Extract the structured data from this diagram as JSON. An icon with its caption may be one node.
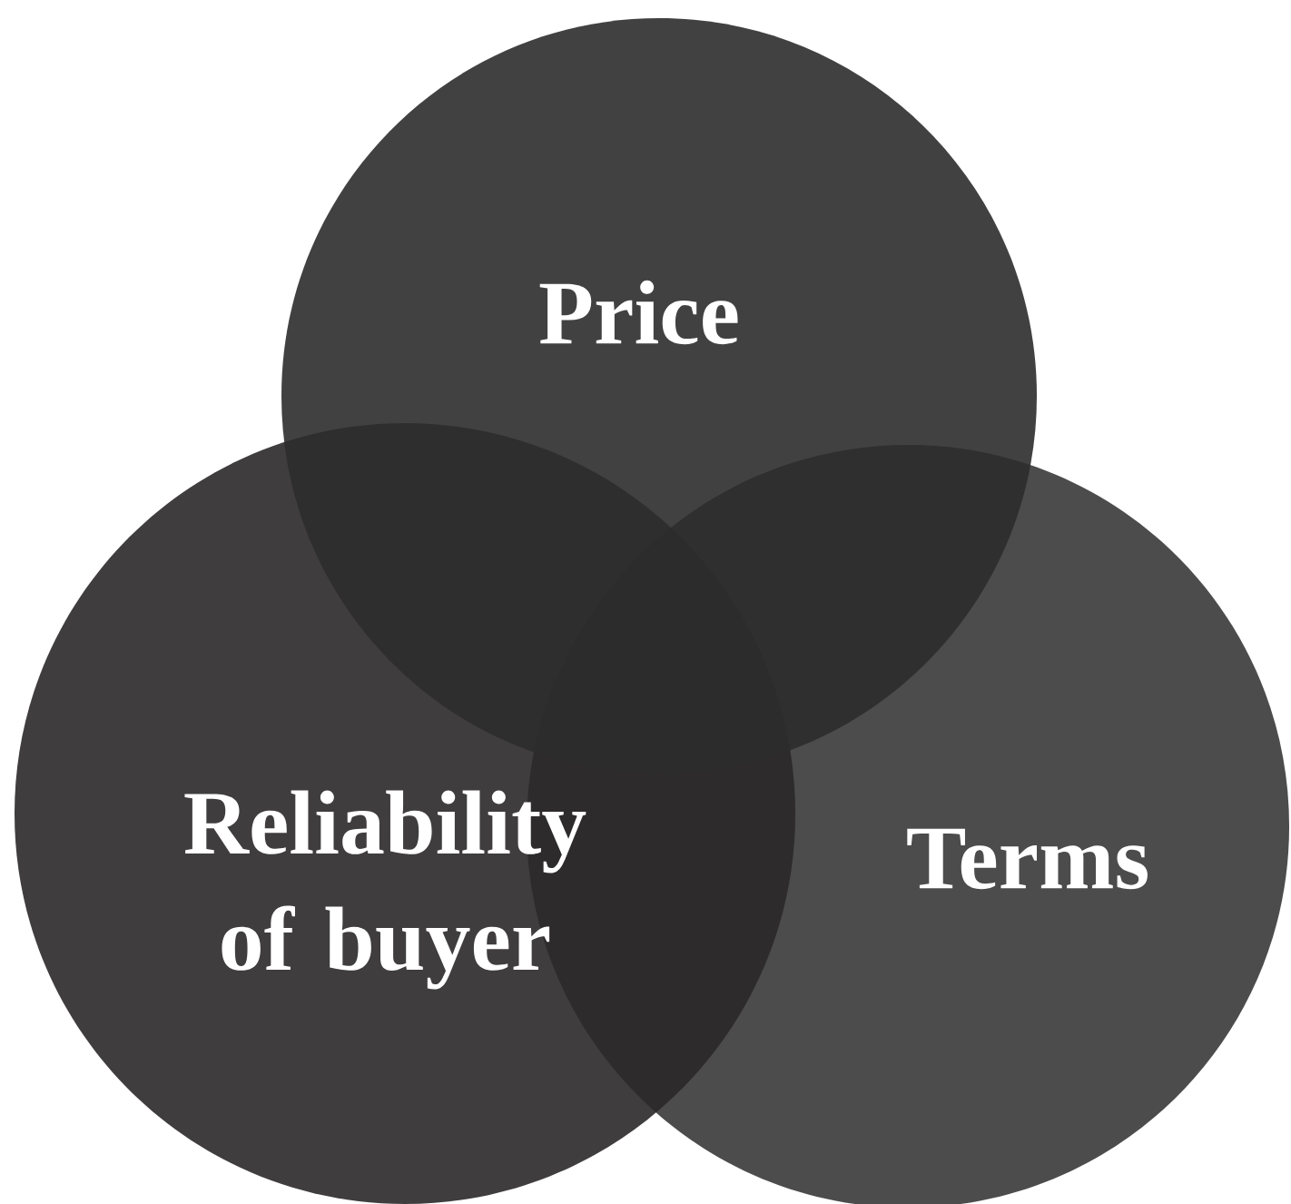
{
  "diagram": {
    "nodes": [
      {
        "text": [
          "Price"
        ]
      },
      {
        "text": [
          "Reliability of buyer"
        ]
      },
      {
        "text": [
          "Terms"
        ]
      }
    ],
    "edges": []
  }
}
